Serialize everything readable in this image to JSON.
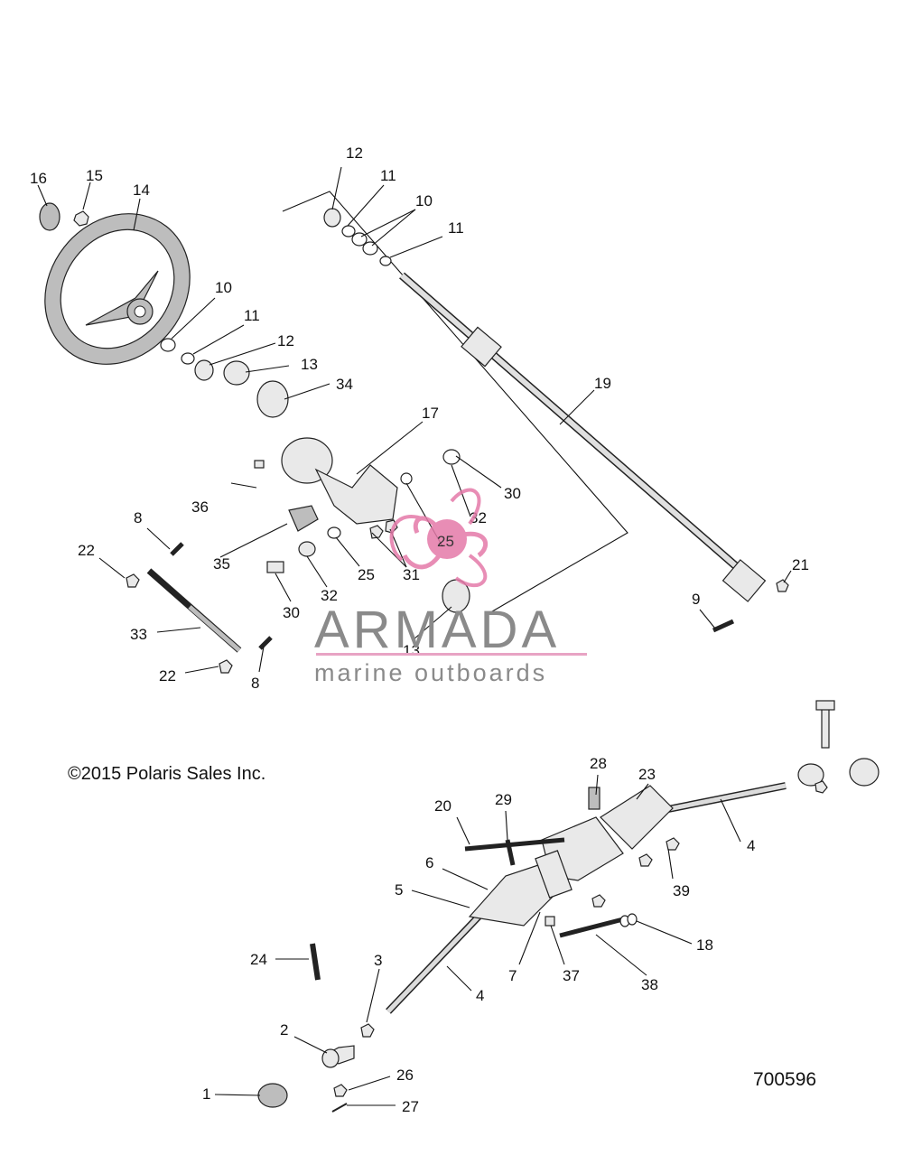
{
  "diagram": {
    "copyright": "©2015 Polaris Sales Inc.",
    "drawing_number": "700596",
    "callouts": [
      "1",
      "2",
      "3",
      "4",
      "5",
      "6",
      "7",
      "8",
      "9",
      "10",
      "11",
      "12",
      "13",
      "14",
      "15",
      "16",
      "17",
      "18",
      "19",
      "20",
      "21",
      "22",
      "23",
      "24",
      "25",
      "26",
      "27",
      "28",
      "29",
      "30",
      "31",
      "32",
      "33",
      "34",
      "35",
      "36",
      "37",
      "38",
      "39"
    ]
  },
  "watermark": {
    "brand": "ARMADA",
    "tagline": "marine outboards",
    "badge_number": "25",
    "accent_color": "#e47aa9",
    "text_color": "#8a8a8a"
  }
}
